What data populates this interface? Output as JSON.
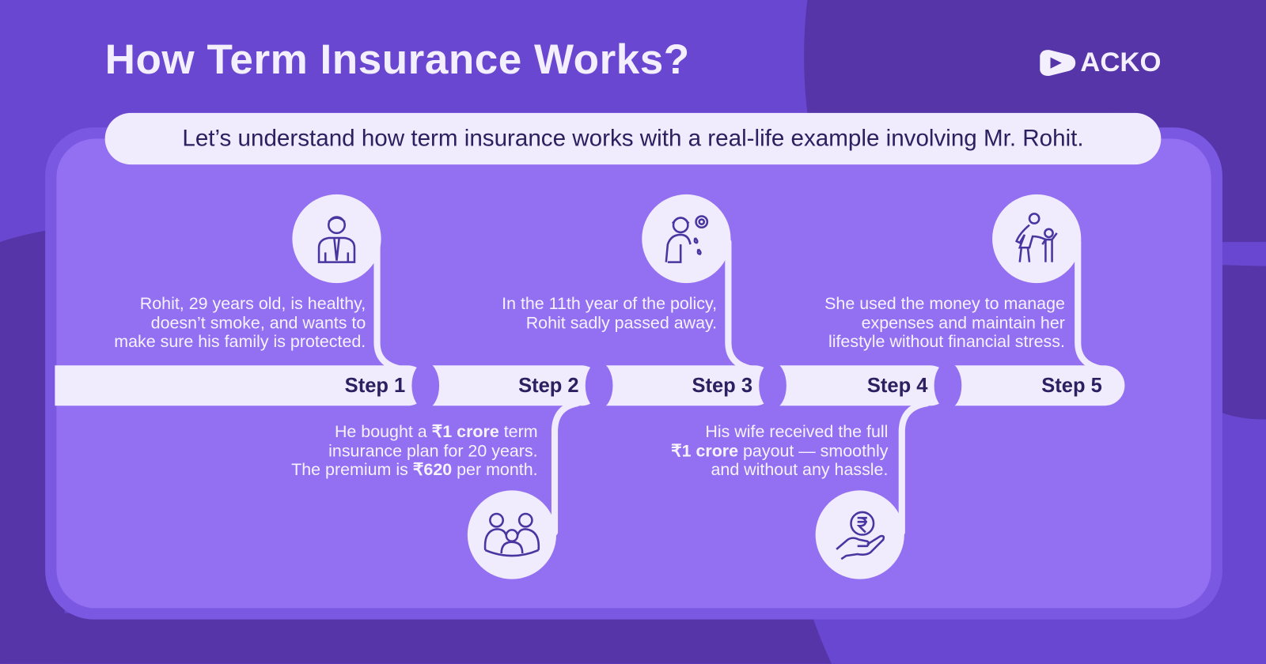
{
  "title": "How Term Insurance Works?",
  "brand": {
    "name": "ACKO",
    "logo_icon": "acko-play-logo"
  },
  "intro": "Let’s understand how term insurance works with a real-life example involving Mr. Rohit.",
  "steps": [
    {
      "label": "Step 1",
      "icon": "man-tie-icon",
      "text": [
        "Rohit, 29 years old, is healthy,",
        "doesn’t smoke, and wants to",
        "make sure his family is protected."
      ]
    },
    {
      "label": "Step 2",
      "icon": "family-icon",
      "text_parts": {
        "a": "He bought a ",
        "b": "₹1 crore",
        "c": " term",
        "d": "insurance plan for 20 years.",
        "e": "The premium is ",
        "f": "₹620",
        "g": " per month."
      }
    },
    {
      "label": "Step 3",
      "icon": "grieving-woman-icon",
      "text": [
        "In the 11th year of the policy,",
        "Rohit sadly passed away."
      ]
    },
    {
      "label": "Step 4",
      "icon": "rupee-hand-icon",
      "text_parts": {
        "a": "His wife received the full",
        "b": "₹1 crore",
        "c": " payout — smoothly",
        "d": "and without any hassle."
      }
    },
    {
      "label": "Step 5",
      "icon": "parent-child-icon",
      "text": [
        "She used the money to manage",
        "expenses and maintain her",
        "lifestyle without financial stress."
      ]
    }
  ],
  "colors": {
    "background": "#6a47d0",
    "dark_shape": "#5535a8",
    "card": "#936ff2",
    "pill": "#f0ebfd",
    "text_dark": "#2b2060"
  }
}
